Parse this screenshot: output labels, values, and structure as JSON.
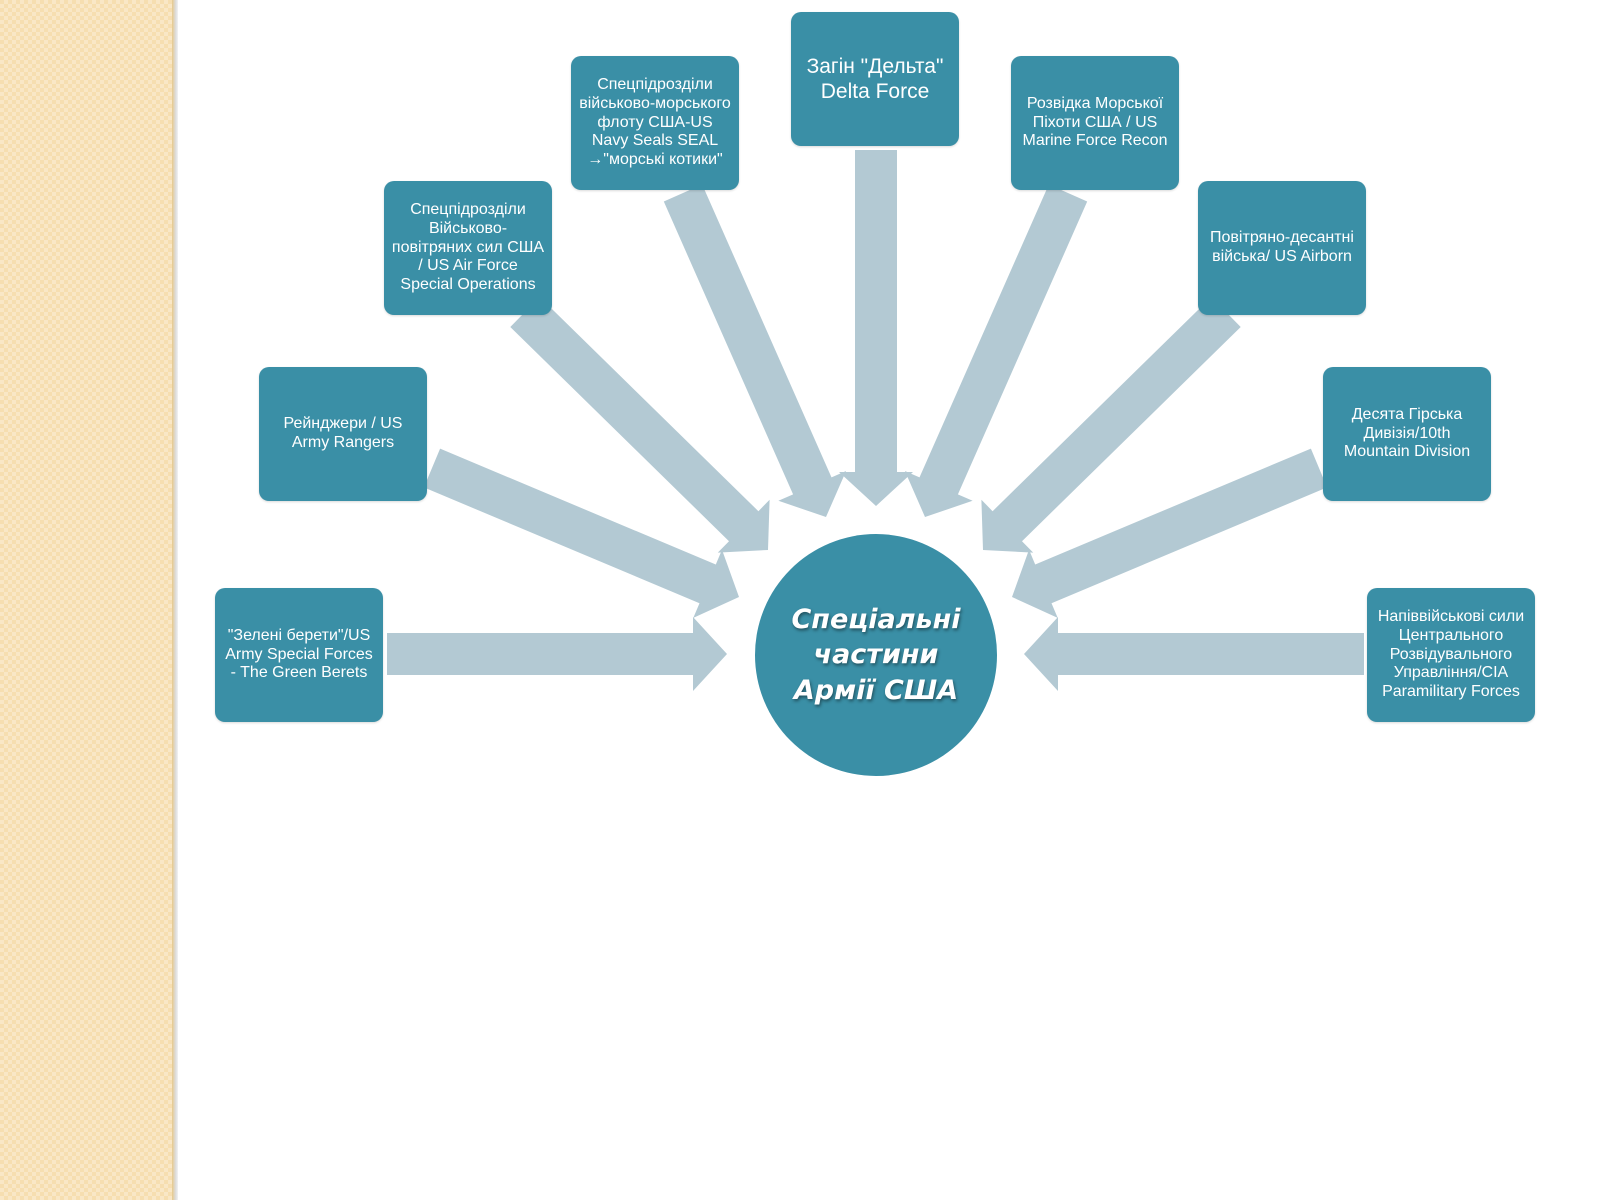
{
  "center": {
    "label": "Спеціальні частини Армії США"
  },
  "nodes": [
    "\"Зелені берети\"/US Army Special Forces - The Green Berets",
    "Рейнджери / US Army Rangers",
    "Спецпідрозділи Військово-повітряних сил США / US Air Force Special Operations",
    "Спецпідрозділи військово-морського флоту США-US Navy Seals SEAL →\"морські котики\"",
    "Загін \"Дельта\" Delta Force",
    "Розвідка Морської Піхоти США / US Marine Force Recon",
    "Повітряно-десантні війська/ US Airborn",
    "Десята Гірська Дивізія/10th Mountain Division",
    "Напіввійськові сили Центрального Розвідувального Управління/CIA Paramilitary Forces"
  ],
  "colors": {
    "box_fill": "#3a8fa6",
    "arrow_fill": "#b3c9d3",
    "side_strip": "#f6deb0"
  }
}
